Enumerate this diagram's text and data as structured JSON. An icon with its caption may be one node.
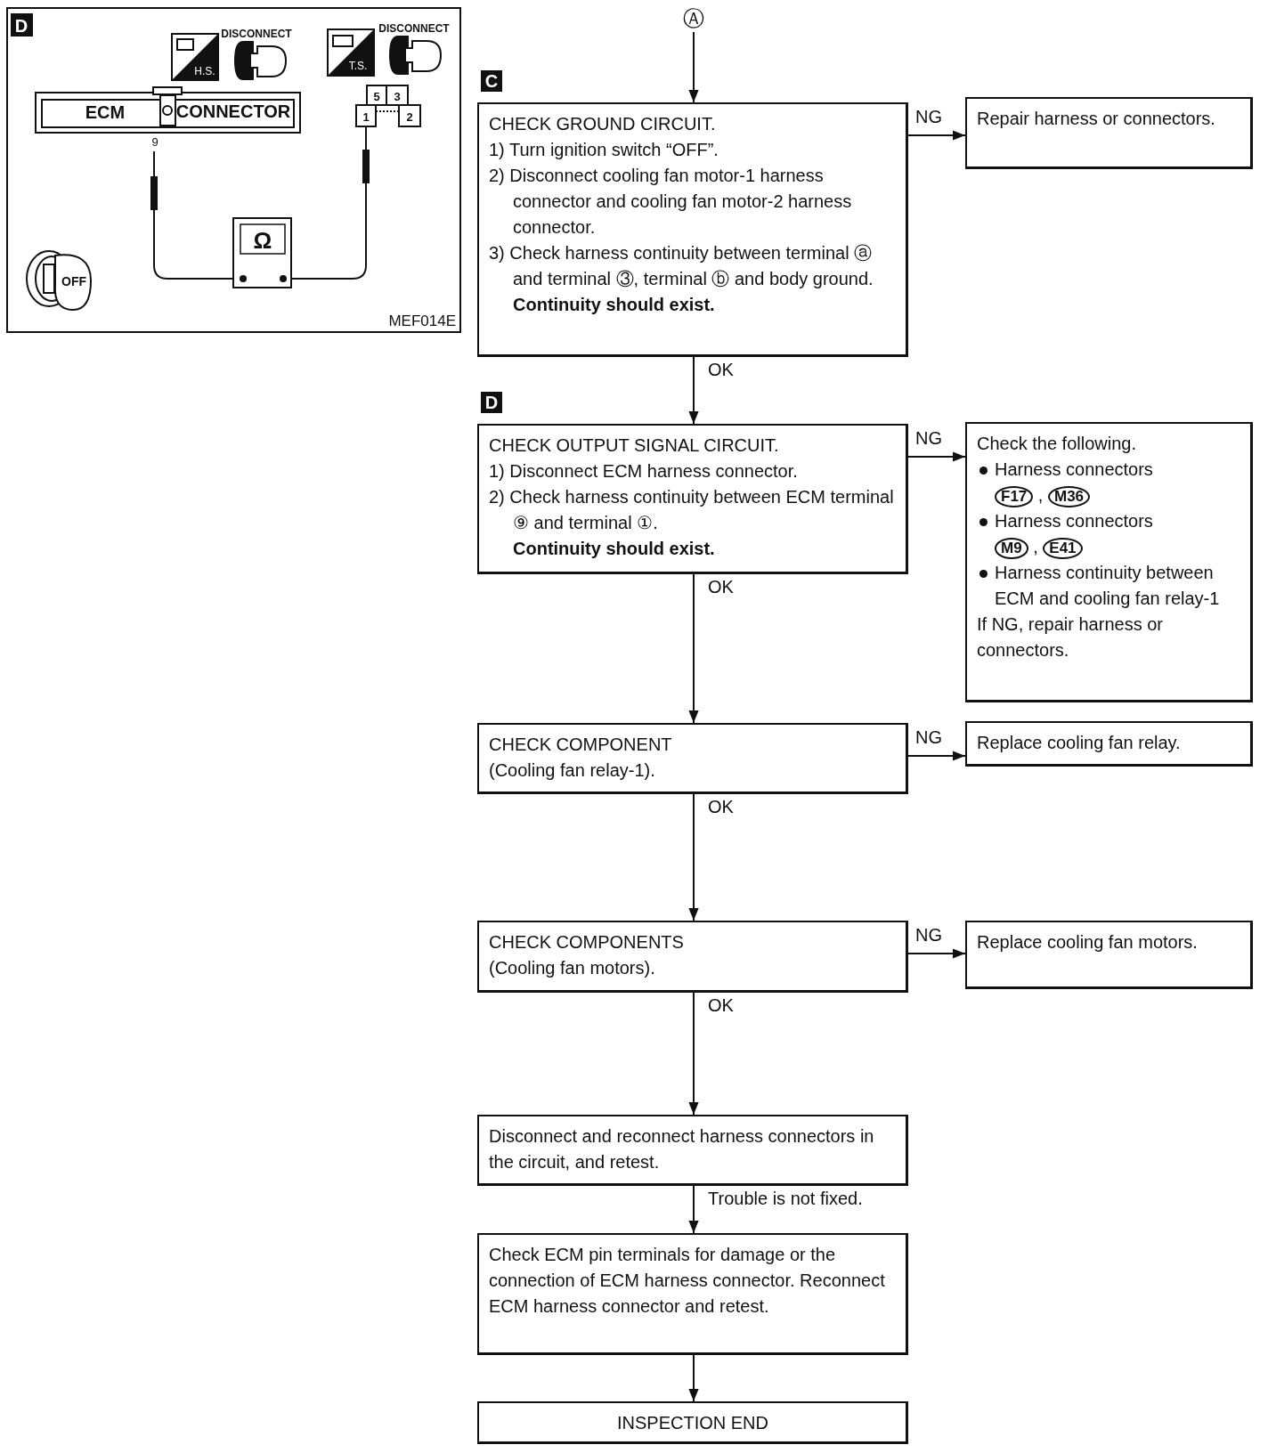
{
  "diagram": {
    "nodes": [
      {
        "text": [
          "Ⓐ"
        ]
      },
      {
        "text": [
          "CHECK GROUND CIRCUIT.",
          "1) Turn ignition switch “OFF”.",
          "2) Disconnect cooling fan motor-1 harness connector and cooling fan motor-2 harness connector.",
          "3) Check harness continuity between terminal ⓐ and terminal ③, terminal ⓑ and body ground.",
          "Continuity should exist."
        ],
        "beside": [
          "C"
        ]
      },
      {
        "text": [
          "Repair harness or connectors."
        ]
      },
      {
        "text": [
          "CHECK OUTPUT SIGNAL CIRCUIT.",
          "1) Disconnect ECM harness connector.",
          "2) Check harness continuity between ECM terminal ⑨ and terminal ①.",
          "Continuity should exist."
        ],
        "beside": [
          "D"
        ]
      },
      {
        "text": [
          "Check the following.",
          "Harness connectors",
          "F17 , M36",
          "Harness connectors",
          "M9 , E41",
          "Harness continuity between ECM and cooling fan relay-1",
          "If NG, repair harness or connectors."
        ]
      },
      {
        "text": [
          "CHECK COMPONENT",
          "(Cooling fan relay-1)."
        ]
      },
      {
        "text": [
          "Replace cooling fan relay."
        ]
      },
      {
        "text": [
          "CHECK COMPONENTS",
          "(Cooling fan motors)."
        ]
      },
      {
        "text": [
          "Replace cooling fan motors."
        ]
      },
      {
        "text": [
          "Disconnect and reconnect harness connectors in the circuit, and retest."
        ]
      },
      {
        "text": [
          "Check ECM pin terminals for damage or the connection of ECM harness connector. Reconnect ECM harness connector and retest."
        ]
      },
      {
        "text": [
          "INSPECTION END"
        ]
      }
    ],
    "edges": [
      {
        "from": 0,
        "to": 1,
        "arrow": "to"
      },
      {
        "from": 1,
        "to": 2,
        "arrow": "to",
        "label": "NG"
      },
      {
        "from": 1,
        "to": 3,
        "arrow": "to",
        "label": "OK"
      },
      {
        "from": 3,
        "to": 4,
        "arrow": "to",
        "label": "NG"
      },
      {
        "from": 3,
        "to": 5,
        "arrow": "to",
        "label": "OK"
      },
      {
        "from": 5,
        "to": 6,
        "arrow": "to",
        "label": "NG"
      },
      {
        "from": 5,
        "to": 7,
        "arrow": "to",
        "label": "OK"
      },
      {
        "from": 7,
        "to": 8,
        "arrow": "to",
        "label": "NG"
      },
      {
        "from": 7,
        "to": 9,
        "arrow": "to",
        "label": "OK"
      },
      {
        "from": 9,
        "to": 10,
        "arrow": "to",
        "label": "Trouble is not fixed."
      },
      {
        "from": 10,
        "to": 11,
        "arrow": "to"
      }
    ],
    "labels": [
      "D",
      "DISCONNECT",
      "H.S.",
      "DISCONNECT",
      "T.S.",
      "ECM",
      "CONNECTOR",
      "9",
      "5",
      "3",
      "1",
      "2",
      "Ω",
      "OFF",
      "MEF014E"
    ]
  }
}
